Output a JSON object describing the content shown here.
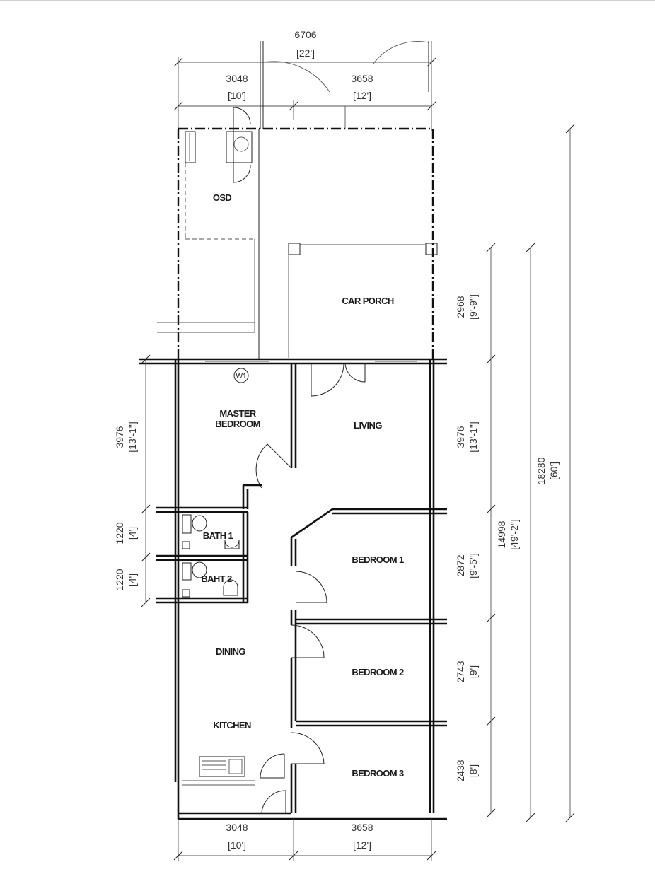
{
  "rooms": {
    "osd": "OSD",
    "car_porch": "CAR PORCH",
    "master_bedroom_line1": "MASTER",
    "master_bedroom_line2": "BEDROOM",
    "living": "LIVING",
    "bath1": "BATH 1",
    "baht2": "BAHT 2",
    "bedroom1": "BEDROOM 1",
    "bedroom2": "BEDROOM 2",
    "bedroom3": "BEDROOM 3",
    "dining": "DINING",
    "kitchen": "KITCHEN"
  },
  "tag": {
    "window": "W1"
  },
  "dims_top": {
    "overall_mm": "6706",
    "overall_ft": "[22']",
    "left_mm": "3048",
    "left_ft": "[10']",
    "right_mm": "3658",
    "right_ft": "[12']"
  },
  "dims_bottom": {
    "left_mm": "3048",
    "left_ft": "[10']",
    "right_mm": "3658",
    "right_ft": "[12']"
  },
  "dims_left": {
    "master_mm": "3976",
    "master_ft": "[13'-1\"]",
    "bath1_mm": "1220",
    "bath1_ft": "[4']",
    "bath2_mm": "1220",
    "bath2_ft": "[4']"
  },
  "dims_right": {
    "porch_mm": "2968",
    "porch_ft": "[9'-9\"]",
    "living_mm": "3976",
    "living_ft": "[13'-1\"]",
    "bed1_mm": "2872",
    "bed1_ft": "[9'-5\"]",
    "bed2_mm": "2743",
    "bed2_ft": "[9']",
    "bed3_mm": "2438",
    "bed3_ft": "[8']",
    "house_mm": "14998",
    "house_ft": "[49'-2\"]",
    "overall_mm": "18280",
    "overall_ft": "[60']"
  }
}
